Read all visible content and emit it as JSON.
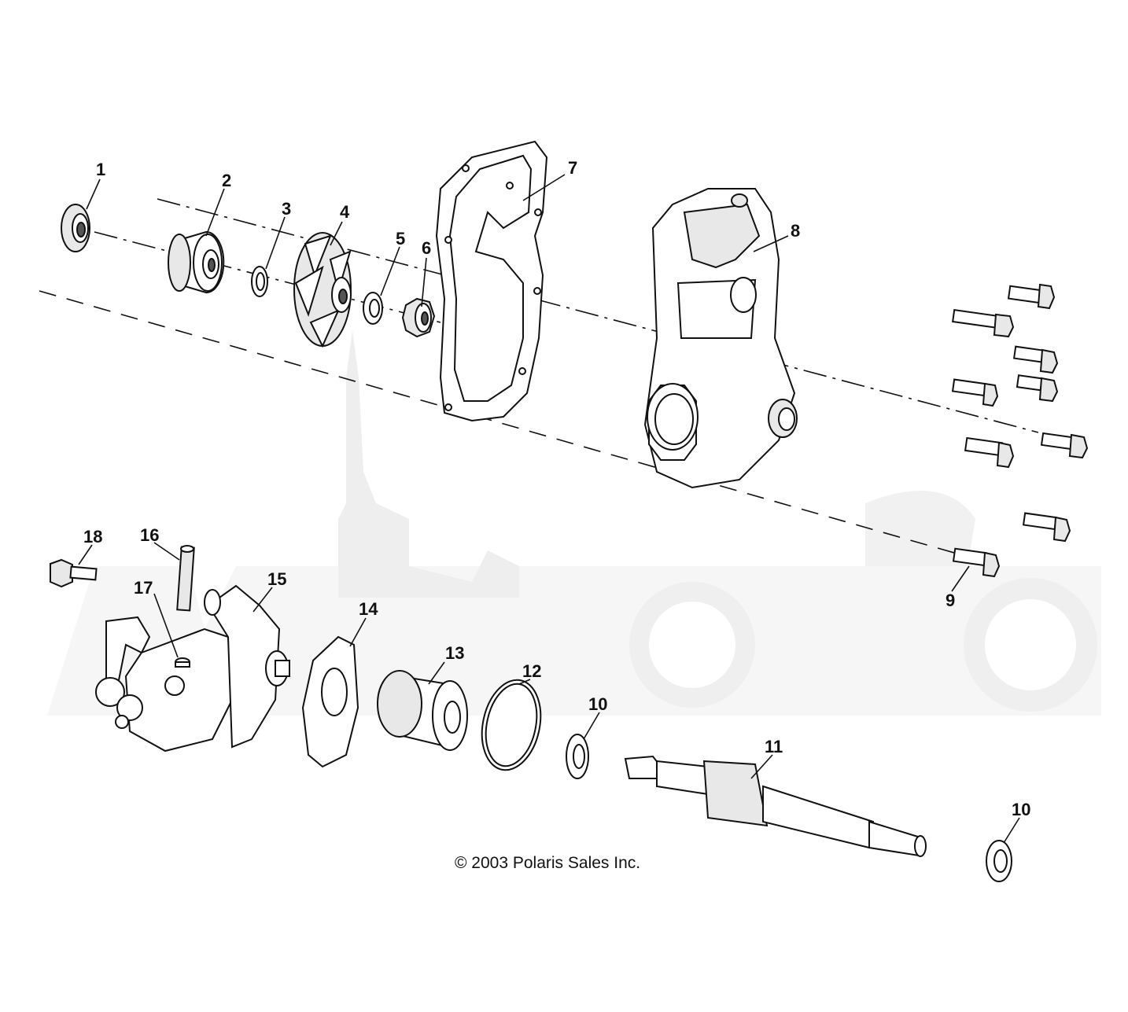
{
  "callouts": {
    "c1": "1",
    "c2": "2",
    "c3": "3",
    "c4": "4",
    "c5": "5",
    "c6": "6",
    "c7": "7",
    "c8": "8",
    "c9": "9",
    "c10a": "10",
    "c10b": "10",
    "c11": "11",
    "c12": "12",
    "c13": "13",
    "c14": "14",
    "c15": "15",
    "c16": "16",
    "c17": "17",
    "c18": "18"
  },
  "copyright": "© 2003 Polaris Sales Inc.",
  "colors": {
    "line": "#111111",
    "watermark": "#eeeeee",
    "background": "#ffffff"
  }
}
